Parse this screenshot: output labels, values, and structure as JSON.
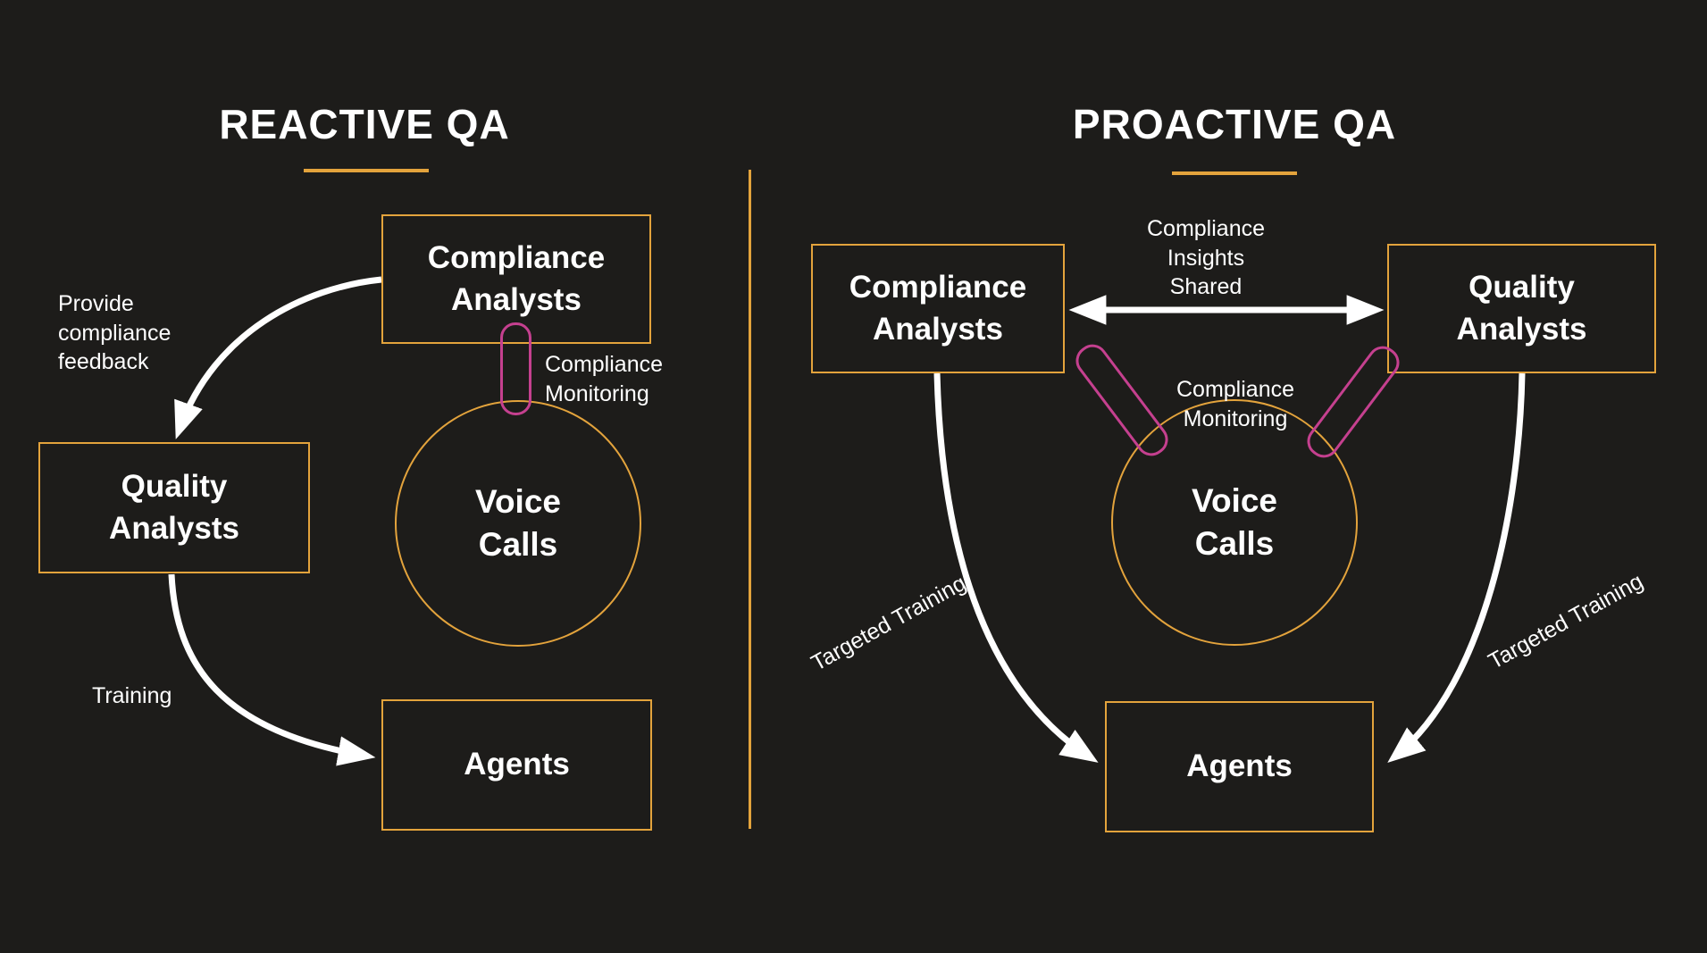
{
  "colors": {
    "background": "#1d1c1a",
    "accent_orange": "#e3a33c",
    "accent_pink": "#c5408f",
    "text_white": "#ffffff"
  },
  "left_panel": {
    "title": "REACTIVE QA",
    "nodes": {
      "compliance_analysts": "Compliance\nAnalysts",
      "quality_analysts": "Quality\nAnalysts",
      "voice_calls": "Voice\nCalls",
      "agents": "Agents"
    },
    "labels": {
      "provide_feedback": "Provide\ncompliance\nfeedback",
      "compliance_monitoring": "Compliance\nMonitoring",
      "training": "Training"
    }
  },
  "right_panel": {
    "title": "PROACTIVE QA",
    "nodes": {
      "compliance_analysts": "Compliance\nAnalysts",
      "quality_analysts": "Quality\nAnalysts",
      "voice_calls": "Voice\nCalls",
      "agents": "Agents"
    },
    "labels": {
      "insights_shared": "Compliance\nInsights\nShared",
      "compliance_monitoring": "Compliance\nMonitoring",
      "targeted_training_left": "Targeted Training",
      "targeted_training_right": "Targeted Training"
    }
  }
}
